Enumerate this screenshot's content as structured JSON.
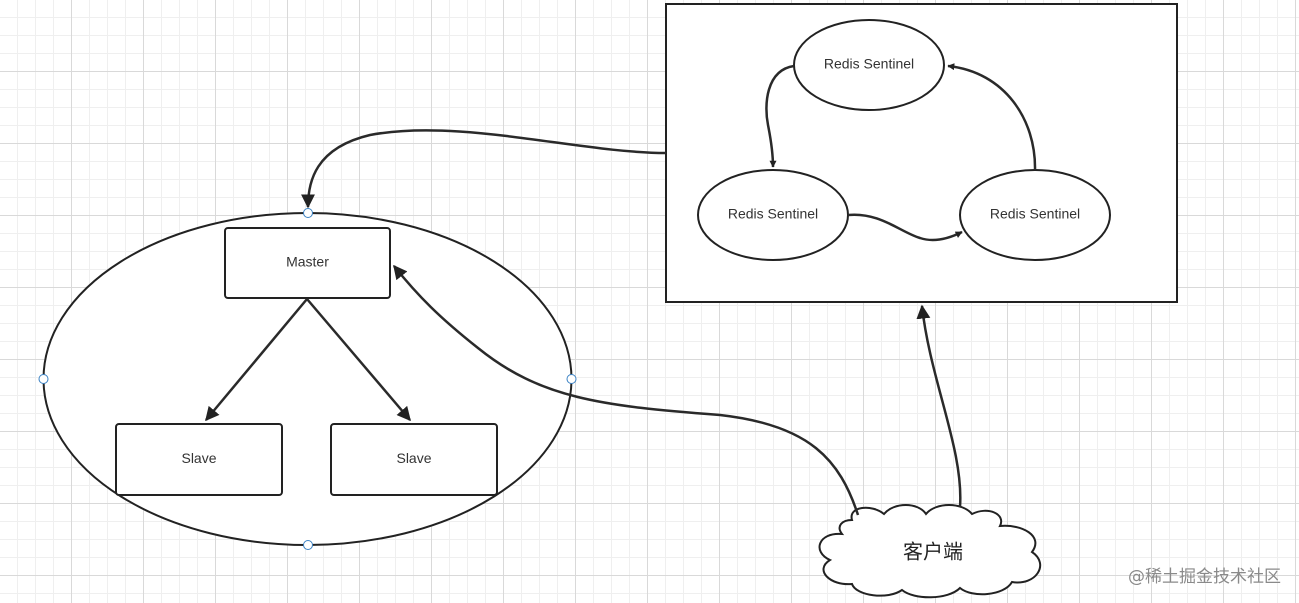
{
  "nodes": {
    "sentinel_top": "Redis Sentinel",
    "sentinel_left": "Redis Sentinel",
    "sentinel_right": "Redis Sentinel",
    "master": "Master",
    "slave_left": "Slave",
    "slave_right": "Slave",
    "client": "客户端"
  },
  "watermark": "@稀土掘金技术社区",
  "colors": {
    "stroke": "#222222",
    "handle": "#3b82c4",
    "grid": "#d9d9d9",
    "watermark": "#8a8a8a"
  }
}
